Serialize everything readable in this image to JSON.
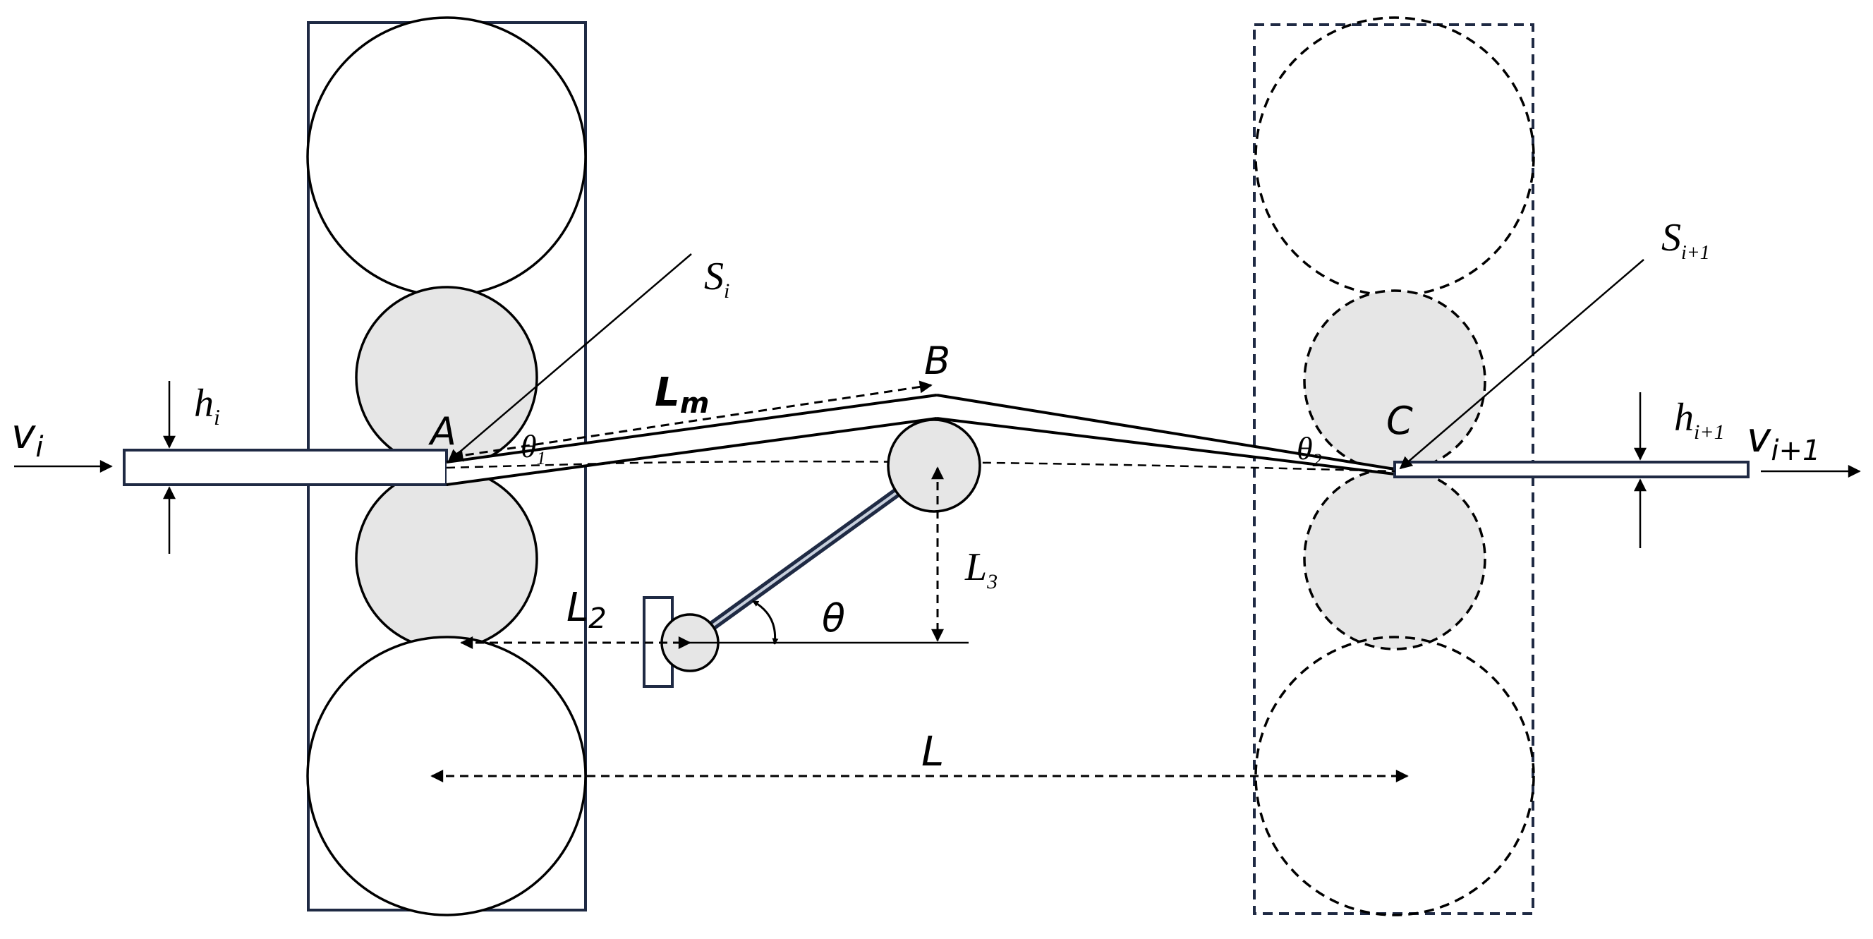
{
  "labels": {
    "v_in": "v",
    "v_in_sub": "i",
    "v_out": "v",
    "v_out_sub": "i+1",
    "h_in": "h",
    "h_in_sub": "i",
    "h_out": "h",
    "h_out_sub": "i+1",
    "S_in": "S",
    "S_in_sub": "i",
    "S_out": "S",
    "S_out_sub": "i+1",
    "point_A": "A",
    "point_B": "B",
    "point_C": "C",
    "L_m": "L",
    "L_m_sub": "m",
    "theta1": "θ",
    "theta1_sub": "1",
    "theta2": "θ",
    "theta2_sub": "2",
    "L_2": "L",
    "L_2_sub": "2",
    "L_3": "L",
    "L_3_sub": "3",
    "theta": "θ",
    "L": "L"
  },
  "colors": {
    "frame": "#1f2a44",
    "line": "#000000",
    "work_roll_fill": "#e6e6e6",
    "looper_arm": "#1f2a44",
    "background": "#ffffff"
  }
}
